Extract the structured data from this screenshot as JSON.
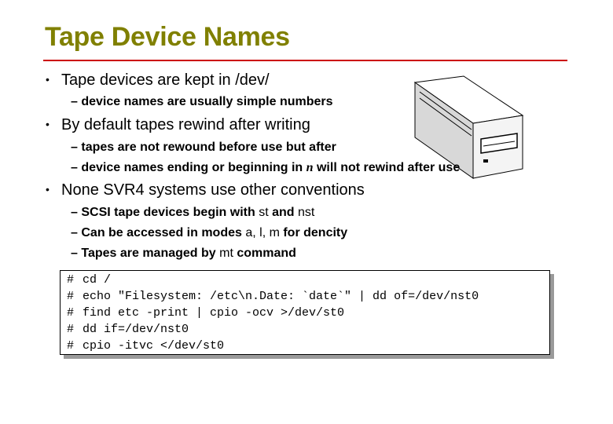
{
  "title": "Tape Device Names",
  "bullets": [
    {
      "text": "Tape devices are kept in /dev/",
      "subs": [
        "device names are usually simple numbers"
      ]
    },
    {
      "text": "By default tapes rewind after writing",
      "subs": [
        "tapes are not rewound before use but after"
      ],
      "sub_nrewind": {
        "before": "device names ending or beginning in ",
        "em": "n",
        "after": " will not rewind after use"
      }
    },
    {
      "text": "None SVR4 systems use other conventions",
      "sub_scsi": {
        "a": "SCSI tape devices begin with ",
        "b": "st",
        "c": " and ",
        "d": "nst"
      },
      "sub_modes": {
        "a": "Can be accessed in modes ",
        "b": "a,  l, m",
        "c": " for dencity"
      },
      "sub_mt": {
        "a": "Tapes are managed by ",
        "b": "mt",
        "c": " command"
      }
    }
  ],
  "dash": "–",
  "bullet_char": "•",
  "shell": {
    "prompt": "#",
    "lines": [
      "cd /",
      "echo \"Filesystem: /etc\\n.Date: `date`\" | dd of=/dev/nst0",
      "find etc -print | cpio -ocv >/dev/st0",
      "dd if=/dev/nst0",
      "cpio -itvc </dev/st0"
    ]
  },
  "colors": {
    "title": "#808000",
    "rule": "#cc0000"
  },
  "illustration": "tape-drive-icon"
}
